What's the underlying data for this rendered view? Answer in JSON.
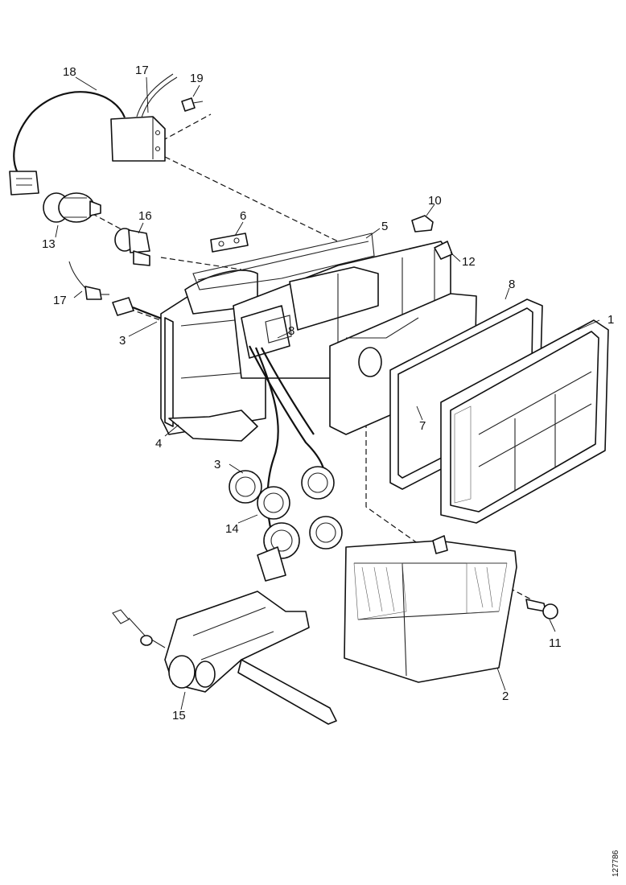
{
  "figure": {
    "reference_code": "127786"
  },
  "callouts": [
    {
      "id": "c1",
      "label": "1"
    },
    {
      "id": "c2",
      "label": "2"
    },
    {
      "id": "c3a",
      "label": "3"
    },
    {
      "id": "c3b",
      "label": "3"
    },
    {
      "id": "c4",
      "label": "4"
    },
    {
      "id": "c5",
      "label": "5"
    },
    {
      "id": "c6",
      "label": "6"
    },
    {
      "id": "c7",
      "label": "7"
    },
    {
      "id": "c8a",
      "label": "8"
    },
    {
      "id": "c8b",
      "label": "8"
    },
    {
      "id": "c10",
      "label": "10"
    },
    {
      "id": "c11",
      "label": "11"
    },
    {
      "id": "c12",
      "label": "12"
    },
    {
      "id": "c13",
      "label": "13"
    },
    {
      "id": "c14",
      "label": "14"
    },
    {
      "id": "c15",
      "label": "15"
    },
    {
      "id": "c16",
      "label": "16"
    },
    {
      "id": "c17a",
      "label": "17"
    },
    {
      "id": "c17b",
      "label": "17"
    },
    {
      "id": "c18",
      "label": "18"
    },
    {
      "id": "c19",
      "label": "19"
    }
  ]
}
